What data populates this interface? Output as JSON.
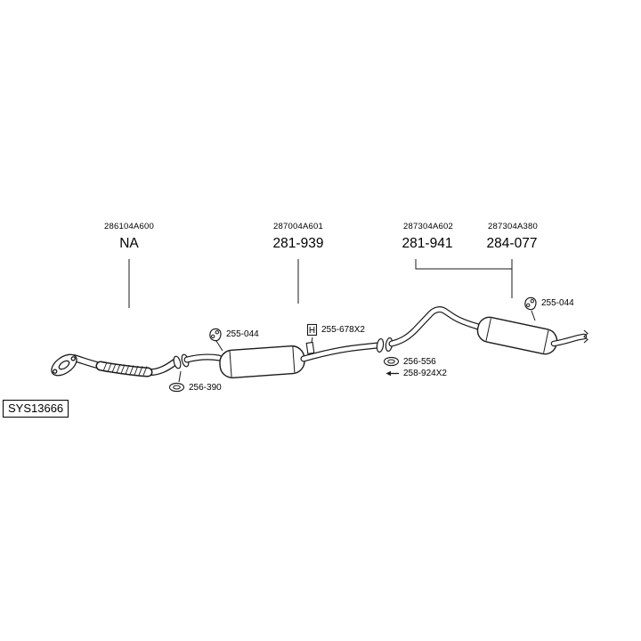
{
  "diagram": {
    "system_code": "SYS13666",
    "part_groups": [
      {
        "catalog_ref": "286104A600",
        "part_code": "NA"
      },
      {
        "catalog_ref": "287004A601",
        "part_code": "281-939"
      },
      {
        "catalog_ref": "287304A602",
        "part_code": "281-941"
      },
      {
        "catalog_ref": "287304A380",
        "part_code": "284-077"
      }
    ],
    "component_labels": {
      "hanger_mid": {
        "label": "255-044",
        "icon": "hanger-icon"
      },
      "clamp": {
        "label": "255-678X2",
        "icon": "clamp-icon"
      },
      "gasket_front": {
        "label": "256-390",
        "icon": "gasket-icon"
      },
      "gasket_rear": {
        "label": "256-556",
        "icon": "gasket-icon"
      },
      "bolt": {
        "label": "258-924X2",
        "icon": "bolt-icon"
      },
      "hanger_rear": {
        "label": "255-044",
        "icon": "hanger-icon"
      }
    },
    "colors": {
      "line": "#1a1a1a",
      "background": "#ffffff"
    }
  }
}
